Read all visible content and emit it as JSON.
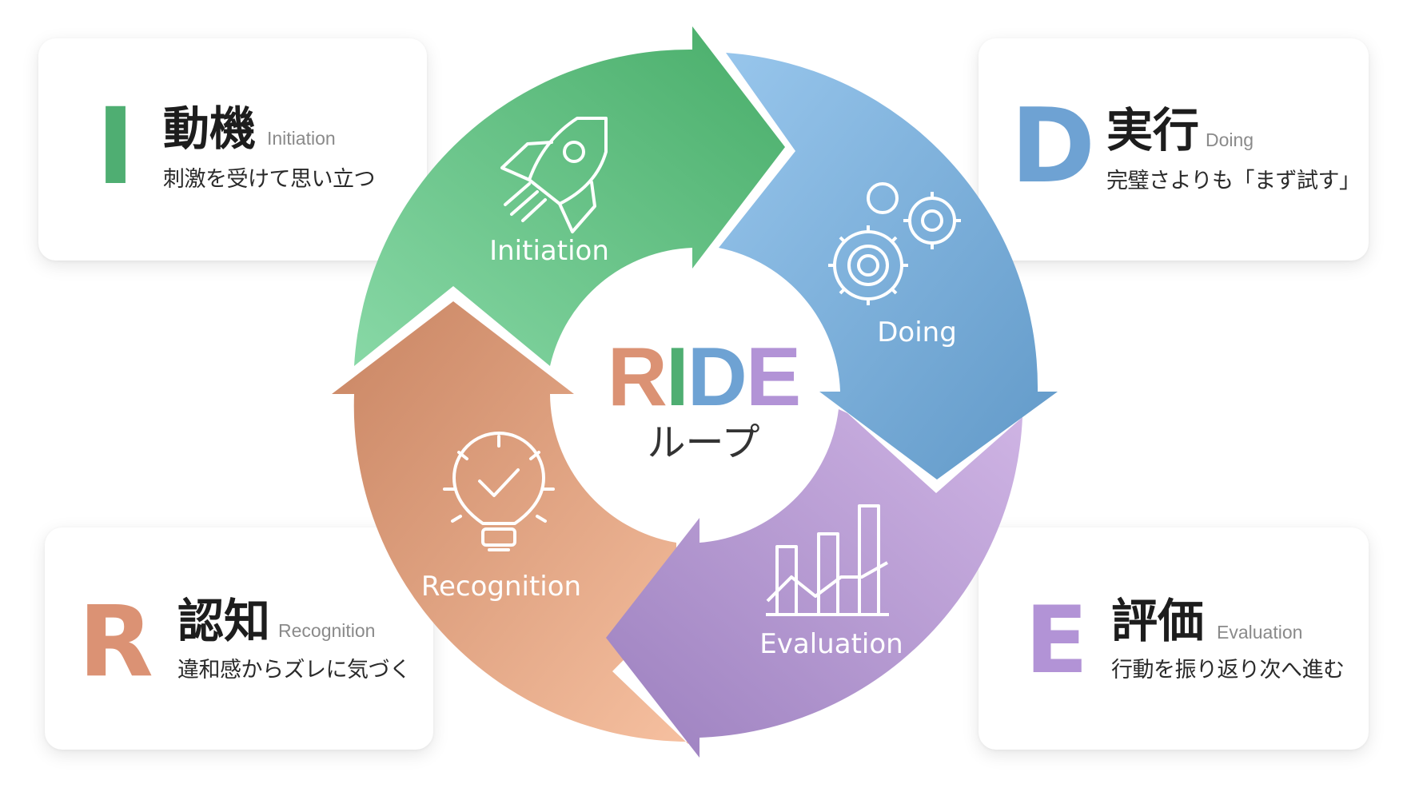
{
  "center": {
    "letters": [
      "R",
      "I",
      "D",
      "E"
    ],
    "subtitle": "ループ"
  },
  "colors": {
    "R": "#db9274",
    "I": "#4fae72",
    "D": "#6ea2d3",
    "E": "#b293d6"
  },
  "segments": [
    {
      "label": "Initiation",
      "icon": "rocket-icon"
    },
    {
      "label": "Doing",
      "icon": "gears-icon"
    },
    {
      "label": "Evaluation",
      "icon": "bar-chart-icon"
    },
    {
      "label": "Recognition",
      "icon": "lightbulb-check-icon"
    }
  ],
  "cards": {
    "initiation": {
      "letter": "I",
      "title": "動機",
      "en": "Initiation",
      "desc": "刺激を受けて思い立つ"
    },
    "doing": {
      "letter": "D",
      "title": "実行",
      "en": "Doing",
      "desc": "完璧さよりも「まず試す」"
    },
    "recognition": {
      "letter": "R",
      "title": "認知",
      "en": "Recognition",
      "desc": "違和感からズレに気づく"
    },
    "evaluation": {
      "letter": "E",
      "title": "評価",
      "en": "Evaluation",
      "desc": "行動を振り返り次へ進む"
    }
  }
}
